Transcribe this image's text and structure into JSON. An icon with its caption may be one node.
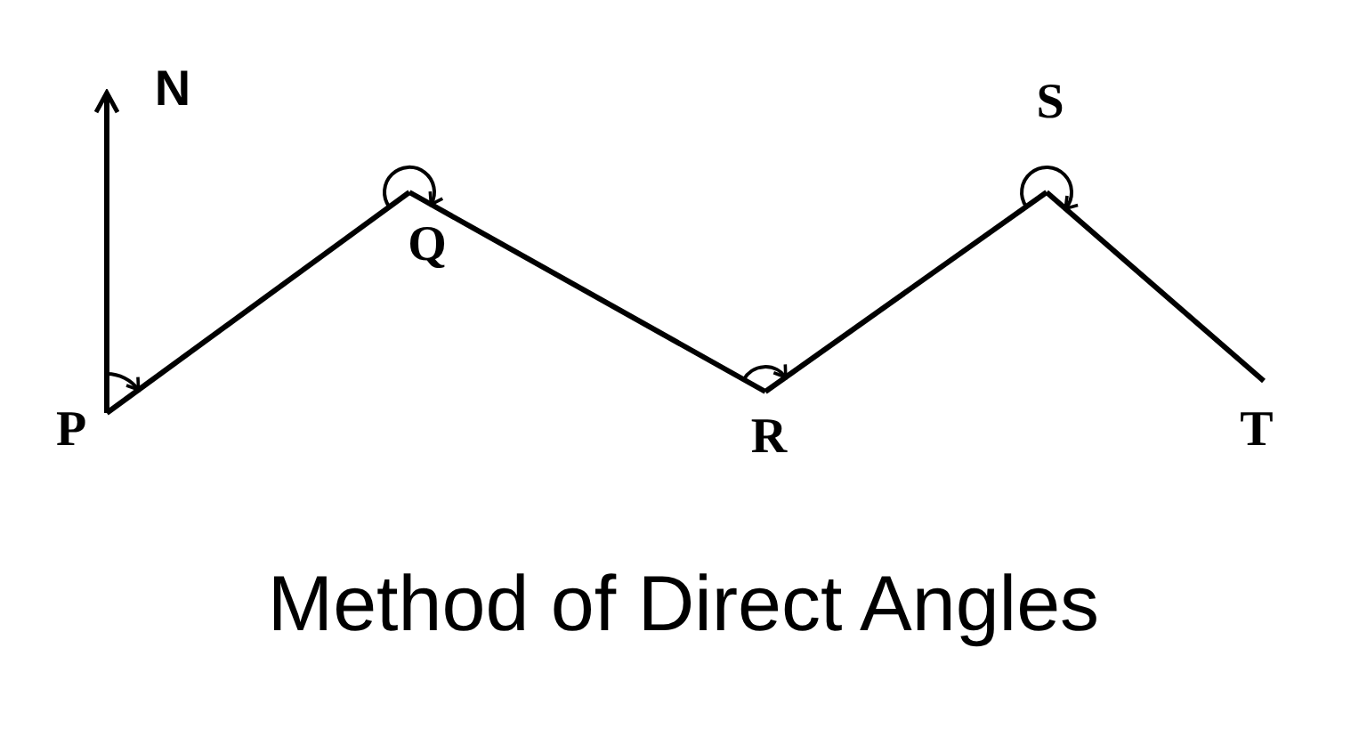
{
  "diagram": {
    "caption": "Method of Direct Angles",
    "nodes": [
      {
        "text": [
          "N"
        ]
      },
      {
        "text": [
          "P"
        ]
      },
      {
        "text": [
          "Q"
        ]
      },
      {
        "text": [
          "R"
        ]
      },
      {
        "text": [
          "S"
        ]
      },
      {
        "text": [
          "T"
        ]
      }
    ],
    "edges": [
      {
        "from": 1,
        "to": 0,
        "arrow": "to"
      },
      {
        "from": 1,
        "to": 2,
        "arrow": "none"
      },
      {
        "from": 2,
        "to": 3,
        "arrow": "none"
      },
      {
        "from": 3,
        "to": 4,
        "arrow": "none"
      },
      {
        "from": 4,
        "to": 5,
        "arrow": "none"
      }
    ]
  }
}
